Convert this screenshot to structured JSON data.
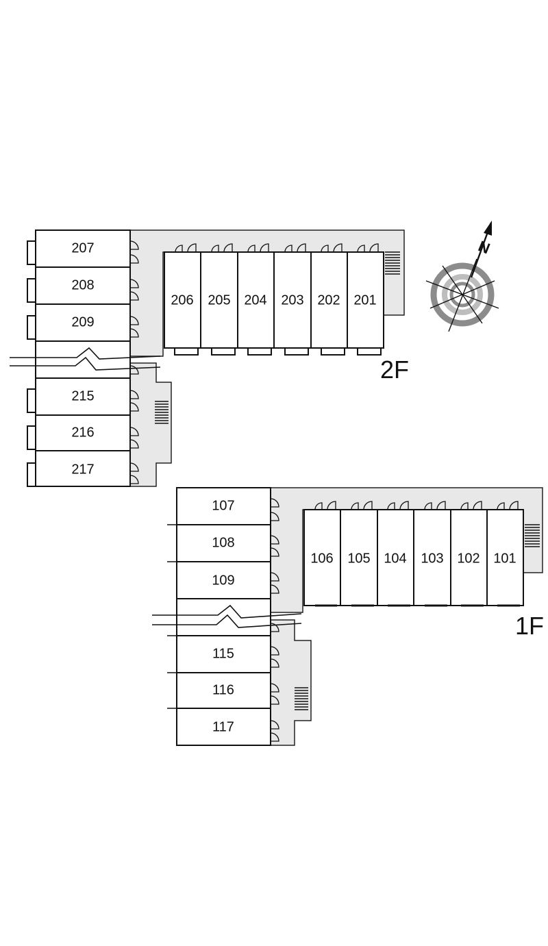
{
  "floors": [
    {
      "label": "2F",
      "west_rooms_top": [
        "207",
        "208",
        "209"
      ],
      "west_rooms_bottom": [
        "215",
        "216",
        "217"
      ],
      "east_rooms": [
        "206",
        "205",
        "204",
        "203",
        "202",
        "201"
      ]
    },
    {
      "label": "1F",
      "west_rooms_top": [
        "107",
        "108",
        "109"
      ],
      "west_rooms_bottom": [
        "115",
        "116",
        "117"
      ],
      "east_rooms": [
        "106",
        "105",
        "104",
        "103",
        "102",
        "101"
      ]
    }
  ],
  "compass": {
    "label": "N",
    "ring_color": "#8c8c8c",
    "inner_color": "#bdbdbd"
  },
  "colors": {
    "corridor": "#e8e8e8",
    "line": "#111111"
  }
}
